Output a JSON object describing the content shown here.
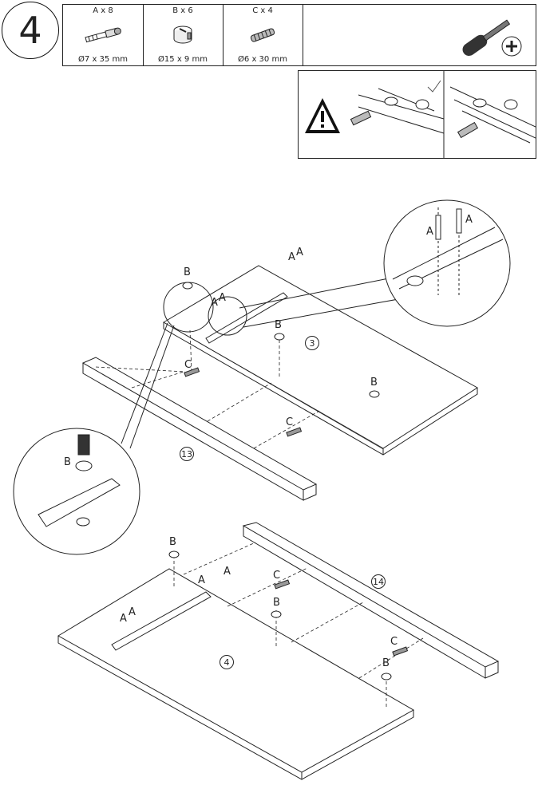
{
  "step": {
    "number": "4"
  },
  "parts": [
    {
      "qty_label": "A x 8",
      "dimension": "Ø7 x 35 mm",
      "icon": "cam-bolt-icon"
    },
    {
      "qty_label": "B x 6",
      "dimension": "Ø15 x 9 mm",
      "icon": "cam-lock-icon"
    },
    {
      "qty_label": "C x 4",
      "dimension": "Ø6 x 30 mm",
      "icon": "wooden-dowel-icon"
    }
  ],
  "tool": {
    "icon": "phillips-screwdriver-icon"
  },
  "warning": {
    "icon": "warning-triangle-icon",
    "correct_icon": "checkmark-icon"
  },
  "labels": {
    "a": "A",
    "b": "B",
    "c": "C"
  },
  "panels": {
    "top_panel": "3",
    "top_rail": "13",
    "bottom_panel": "4",
    "bottom_rail": "14"
  }
}
